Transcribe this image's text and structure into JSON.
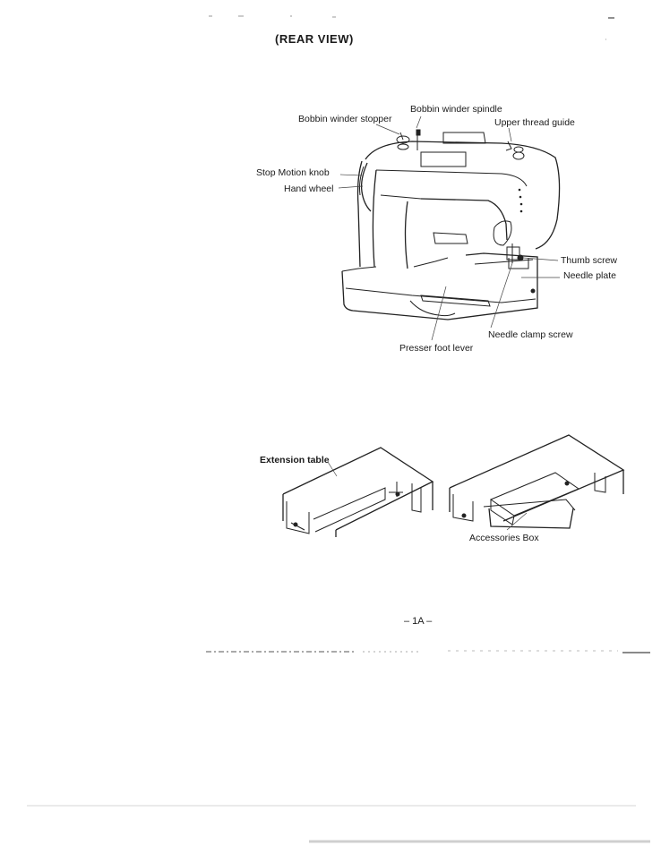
{
  "page_title": "(REAR VIEW)",
  "labels": {
    "bobbin_winder_spindle": "Bobbin winder spindle",
    "bobbin_winder_stopper": "Bobbin winder stopper",
    "upper_thread_guide": "Upper thread guide",
    "stop_motion_knob": "Stop Motion knob",
    "hand_wheel": "Hand wheel",
    "thumb_screw": "Thumb screw",
    "needle_plate": "Needle plate",
    "needle_clamp_screw": "Needle clamp screw",
    "presser_foot_lever": "Presser foot lever",
    "extension_table": "Extension table",
    "accessories_box": "Accessories Box"
  },
  "page_number": "– 1A –"
}
